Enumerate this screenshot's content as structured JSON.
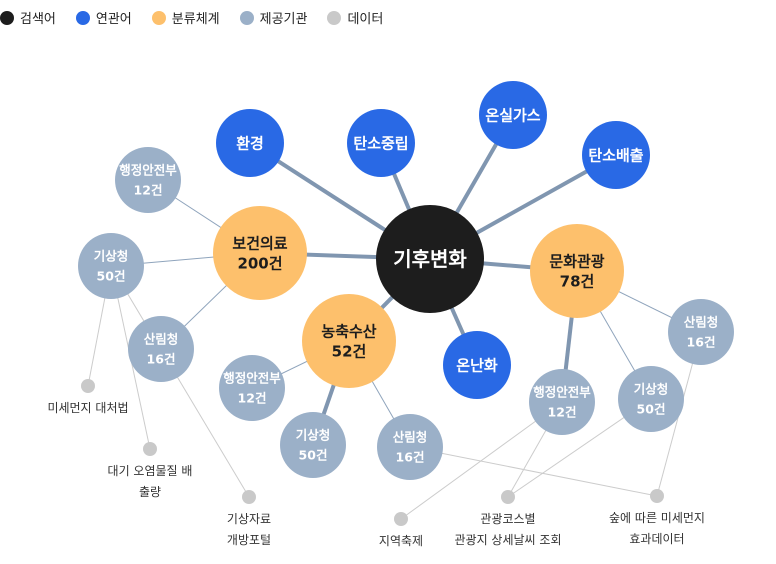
{
  "legend": [
    {
      "label": "검색어",
      "color": "#1d1d1d"
    },
    {
      "label": "연관어",
      "color": "#2969e5"
    },
    {
      "label": "분류체계",
      "color": "#fdc06c"
    },
    {
      "label": "제공기관",
      "color": "#9bb0c8"
    },
    {
      "label": "데이터",
      "color": "#c9c9c9"
    }
  ],
  "nodes": [
    {
      "id": "center",
      "kind": "search",
      "lines": [
        "기후변화"
      ]
    },
    {
      "id": "env",
      "kind": "related",
      "lines": [
        "환경"
      ]
    },
    {
      "id": "carbon-neutral",
      "kind": "related",
      "lines": [
        "탄소중립"
      ]
    },
    {
      "id": "greenhouse",
      "kind": "related",
      "lines": [
        "온실가스"
      ]
    },
    {
      "id": "carbon-emission",
      "kind": "related",
      "lines": [
        "탄소배출"
      ]
    },
    {
      "id": "warming",
      "kind": "related",
      "lines": [
        "온난화"
      ]
    },
    {
      "id": "cat-health",
      "kind": "category",
      "lines": [
        "보건의료",
        "200건"
      ]
    },
    {
      "id": "cat-culture",
      "kind": "category",
      "lines": [
        "문화관광",
        "78건"
      ]
    },
    {
      "id": "cat-agri",
      "kind": "category",
      "lines": [
        "농축수산",
        "52건"
      ]
    },
    {
      "id": "p-health-mois",
      "kind": "provider",
      "lines": [
        "행정안전부",
        "12건"
      ]
    },
    {
      "id": "p-health-kma",
      "kind": "provider",
      "lines": [
        "기상청",
        "50건"
      ]
    },
    {
      "id": "p-health-kfs",
      "kind": "provider",
      "lines": [
        "산림청",
        "16건"
      ]
    },
    {
      "id": "p-agri-mois",
      "kind": "provider",
      "lines": [
        "행정안전부",
        "12건"
      ]
    },
    {
      "id": "p-agri-kma",
      "kind": "provider",
      "lines": [
        "기상청",
        "50건"
      ]
    },
    {
      "id": "p-agri-kfs",
      "kind": "provider",
      "lines": [
        "산림청",
        "16건"
      ]
    },
    {
      "id": "p-culture-mois",
      "kind": "provider",
      "lines": [
        "행정안전부",
        "12건"
      ]
    },
    {
      "id": "p-culture-kma",
      "kind": "provider",
      "lines": [
        "기상청",
        "50건"
      ]
    },
    {
      "id": "p-culture-kfs",
      "kind": "provider",
      "lines": [
        "산림청",
        "16건"
      ]
    },
    {
      "id": "d-dust",
      "kind": "data",
      "lines": [
        "미세먼지 대처법"
      ]
    },
    {
      "id": "d-air",
      "kind": "data",
      "lines": [
        "대기 오염물질 배",
        "출량"
      ]
    },
    {
      "id": "d-weather",
      "kind": "data",
      "lines": [
        "기상자료",
        "개방포털"
      ]
    },
    {
      "id": "d-festival",
      "kind": "data",
      "lines": [
        "지역축제"
      ]
    },
    {
      "id": "d-tour",
      "kind": "data",
      "lines": [
        "관광코스별",
        "관광지 상세날씨 조회"
      ]
    },
    {
      "id": "d-forest",
      "kind": "data",
      "lines": [
        "숲에 따른 미세먼지",
        "효과데이터"
      ]
    }
  ],
  "edges": [
    [
      "center",
      "env"
    ],
    [
      "center",
      "carbon-neutral"
    ],
    [
      "center",
      "greenhouse"
    ],
    [
      "center",
      "carbon-emission"
    ],
    [
      "center",
      "warming"
    ],
    [
      "center",
      "cat-health"
    ],
    [
      "center",
      "cat-culture"
    ],
    [
      "center",
      "cat-agri"
    ],
    [
      "cat-health",
      "p-health-mois"
    ],
    [
      "cat-health",
      "p-health-kma"
    ],
    [
      "cat-health",
      "p-health-kfs"
    ],
    [
      "cat-agri",
      "p-agri-mois"
    ],
    [
      "cat-agri",
      "p-agri-kma"
    ],
    [
      "cat-agri",
      "p-agri-kfs"
    ],
    [
      "cat-culture",
      "p-culture-mois"
    ],
    [
      "cat-culture",
      "p-culture-kma"
    ],
    [
      "cat-culture",
      "p-culture-kfs"
    ],
    [
      "p-health-kma",
      "d-dust"
    ],
    [
      "p-health-kma",
      "d-air"
    ],
    [
      "p-health-kma",
      "d-weather"
    ],
    [
      "p-culture-mois",
      "d-festival"
    ],
    [
      "p-culture-mois",
      "d-tour"
    ],
    [
      "p-culture-kma",
      "d-tour"
    ],
    [
      "p-agri-kfs",
      "d-forest"
    ],
    [
      "p-culture-kfs",
      "d-forest"
    ]
  ]
}
